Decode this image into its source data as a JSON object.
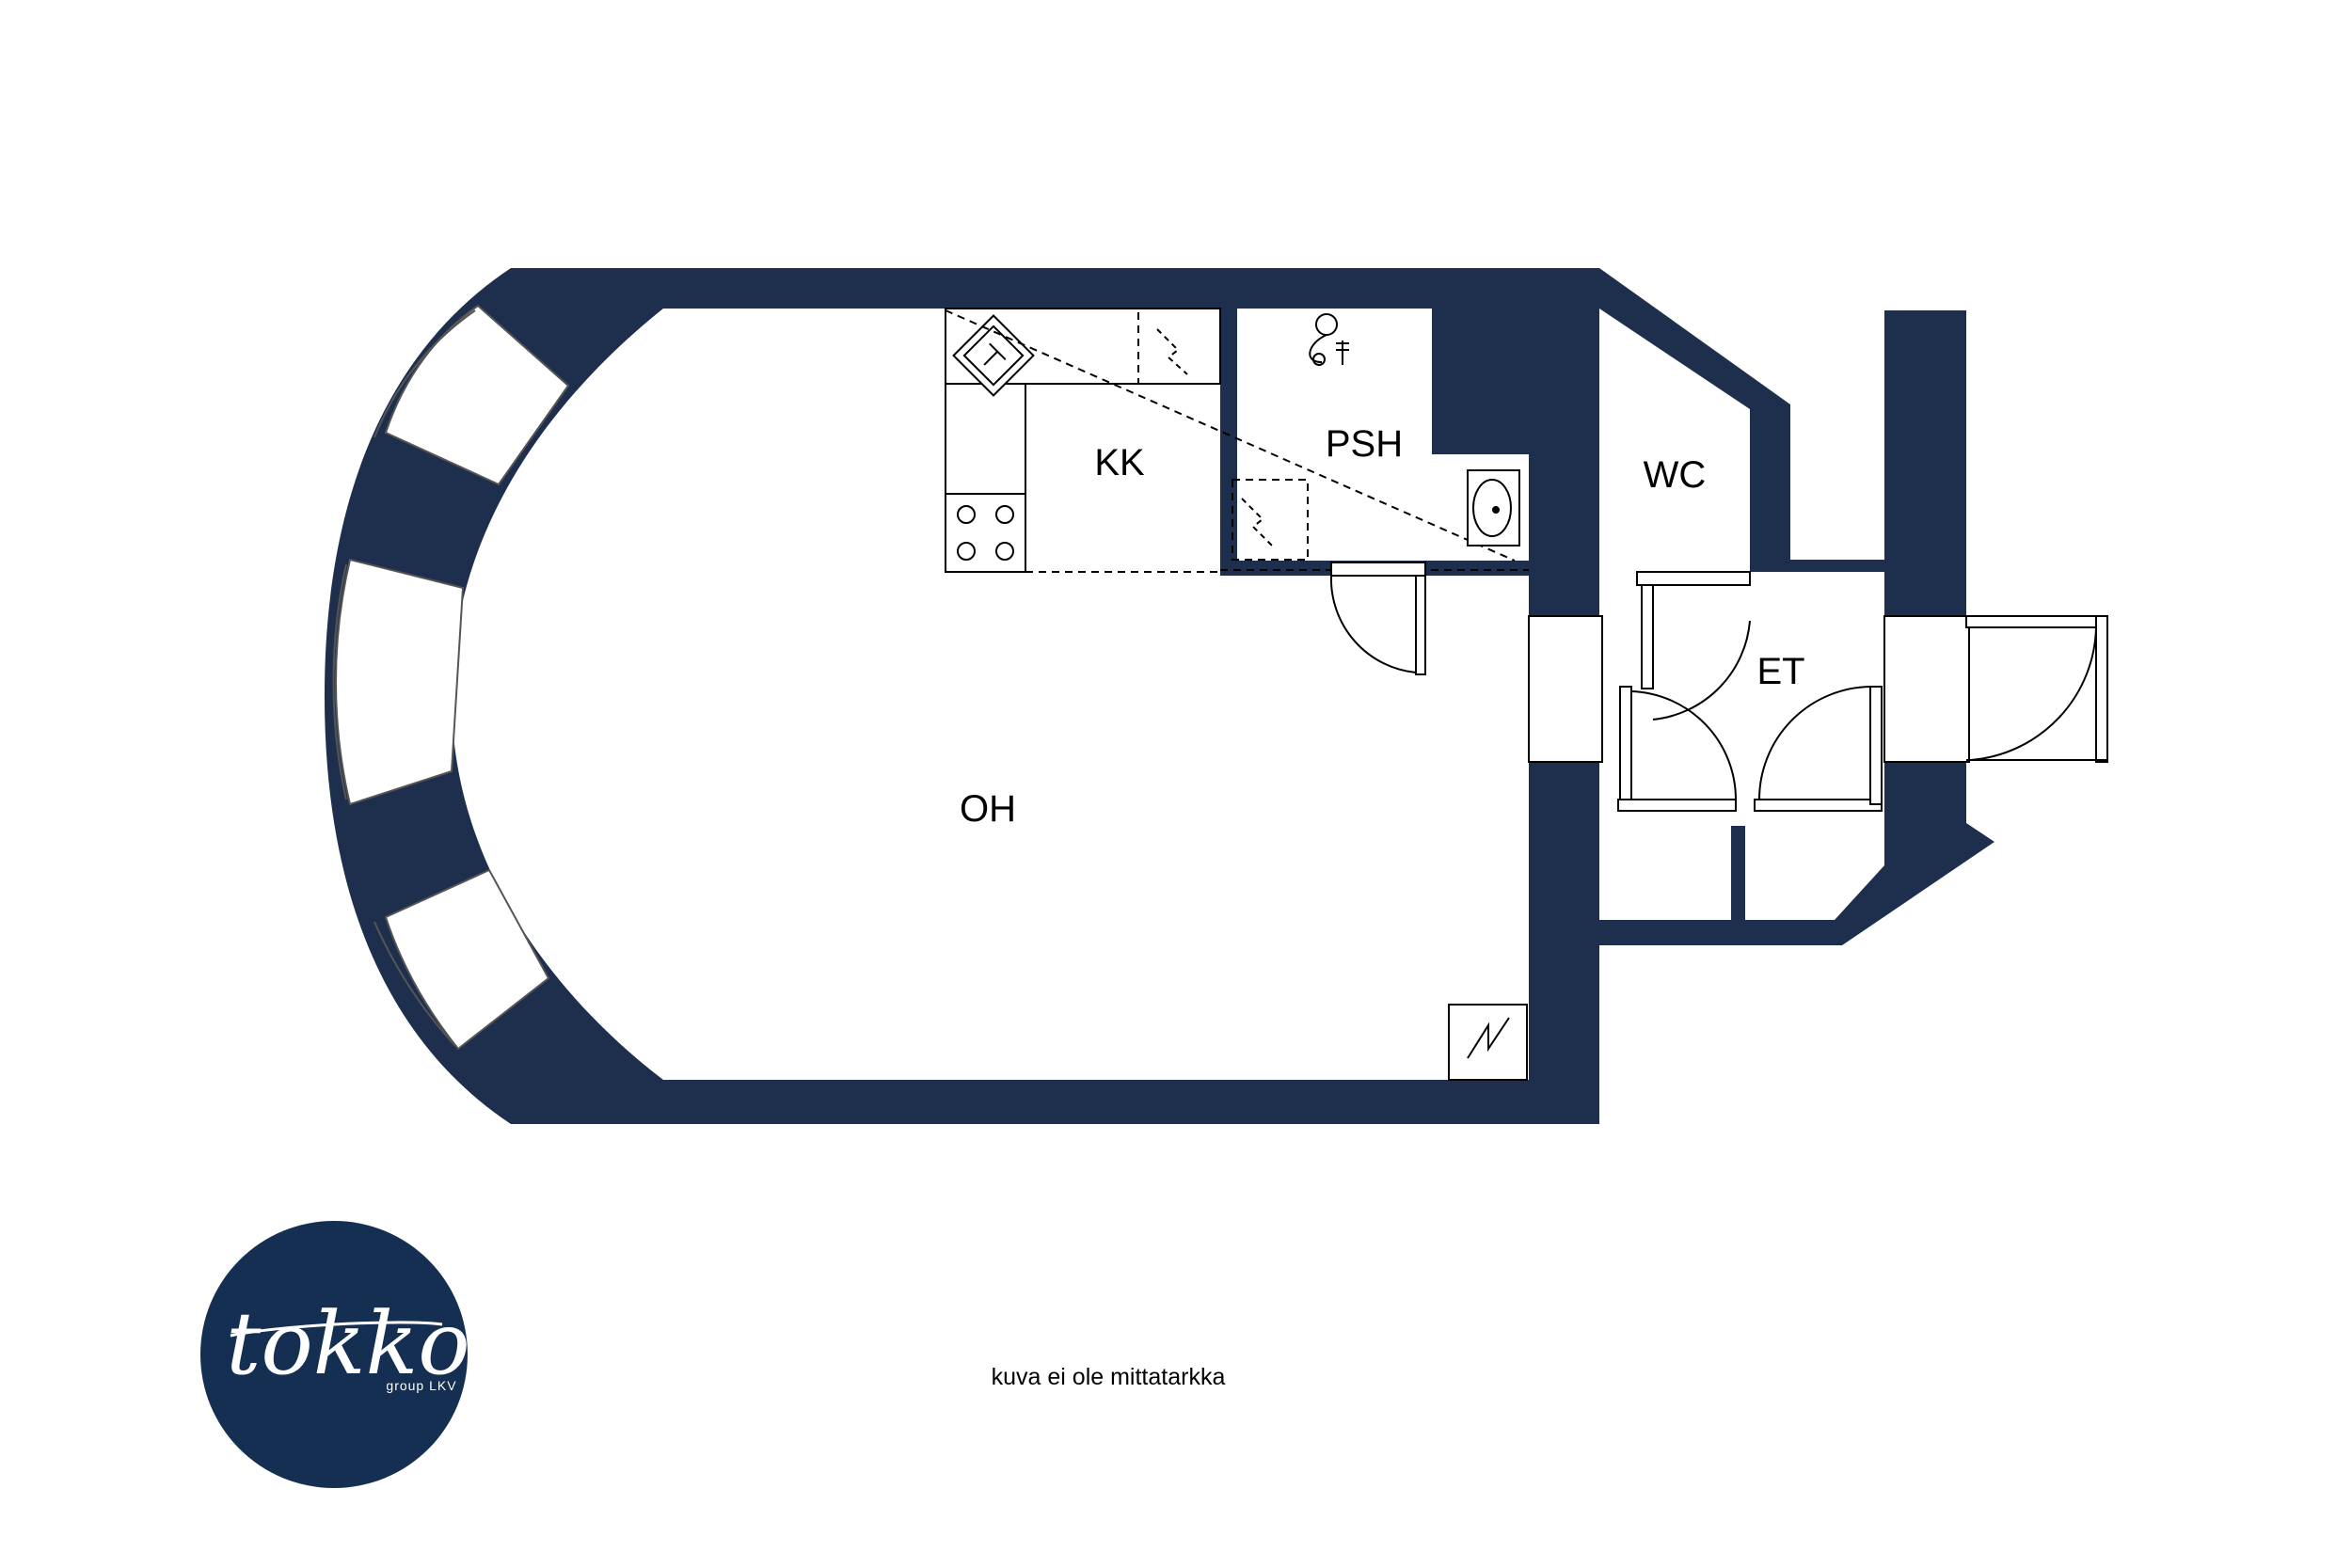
{
  "floorplan": {
    "rooms": {
      "oh": "OH",
      "kk": "KK",
      "psh": "PSH",
      "wc": "WC",
      "et": "ET"
    },
    "note": "kuva ei ole mittatarkka"
  },
  "logo": {
    "name": "tokko",
    "subtitle": "group LKV"
  },
  "colors": {
    "wall": "#1e2f4e",
    "logo_background": "#142f52",
    "background": "#ffffff"
  }
}
